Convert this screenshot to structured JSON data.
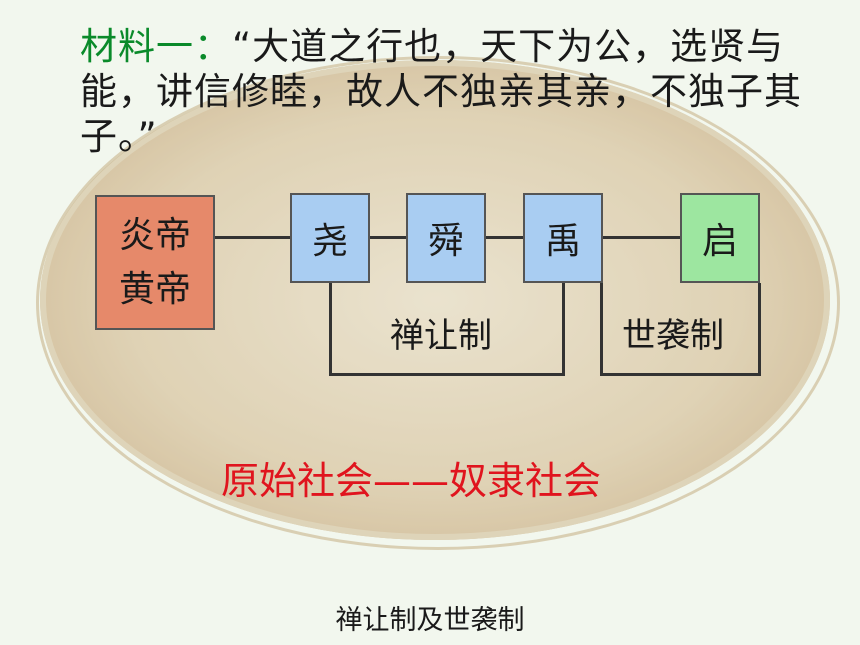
{
  "quote": {
    "label": "材料一：",
    "text": "“大道之行也，天下为公，选贤与能，讲信修睦，故人不独亲其亲，不独子其子。”"
  },
  "diagram": {
    "box_a_line1": "炎帝",
    "box_a_line2": "黄帝",
    "yao": "尧",
    "shun": "舜",
    "yu": "禹",
    "qi": "启",
    "bracket_shanrang": "禅让制",
    "bracket_shixi": "世袭制"
  },
  "era_text": "原始社会——奴隶社会",
  "caption": "禅让制及世袭制",
  "colors": {
    "label_green": "#0a8a2a",
    "era_red": "#e0141e",
    "box_orange": "#e6896a",
    "box_blue": "#a9cdf2",
    "box_green": "#9de6a0"
  }
}
